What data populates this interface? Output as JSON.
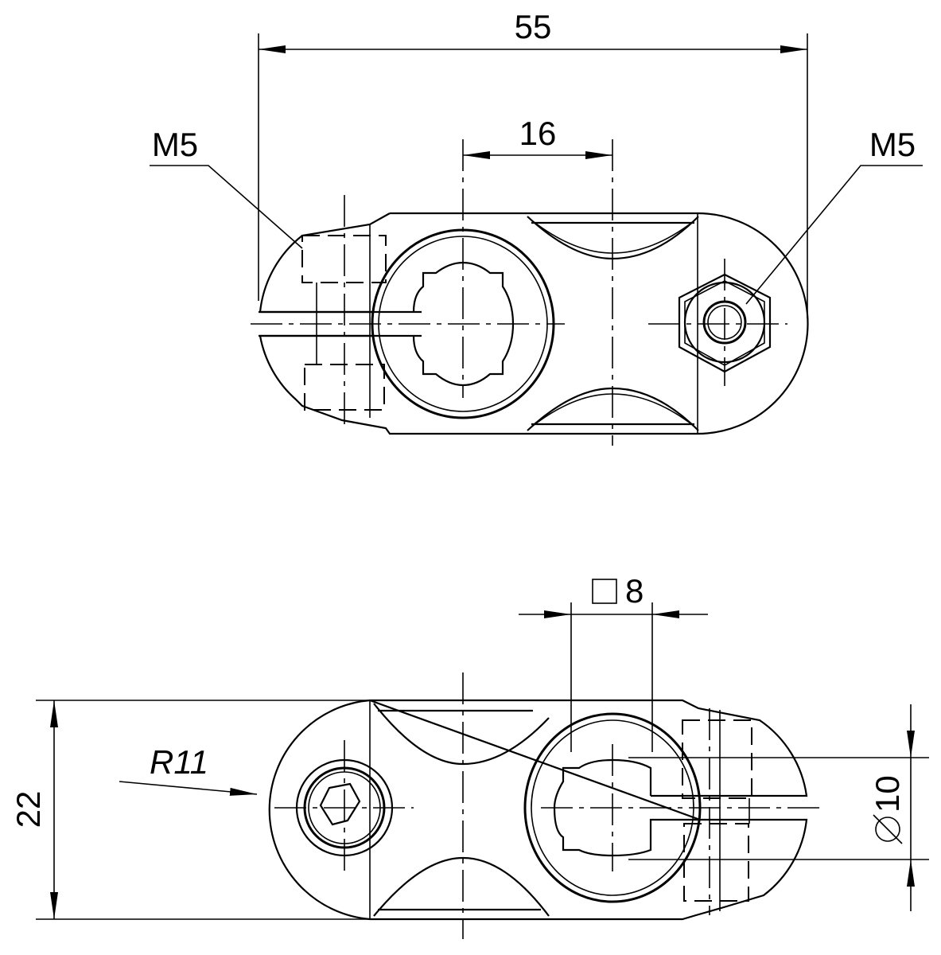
{
  "drawing": {
    "top_view": {
      "dim_overall_width": "55",
      "dim_center_distance": "16",
      "thread_left": "M5",
      "thread_right": "M5"
    },
    "bottom_view": {
      "dim_square": "8",
      "square_symbol": "□",
      "dim_radius": "R11",
      "dim_height": "22",
      "dim_diameter": "10",
      "diameter_symbol": "⌀"
    },
    "colors": {
      "line": "#000000",
      "background": "#ffffff"
    }
  }
}
